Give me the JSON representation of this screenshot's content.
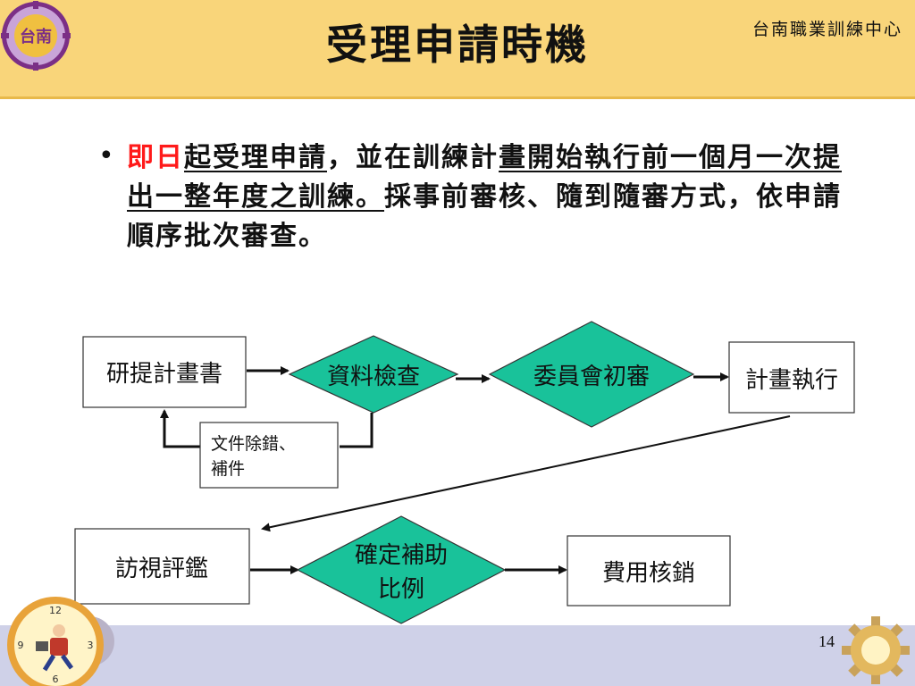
{
  "header": {
    "title": "受理申請時機",
    "organization": "台南職業訓練中心",
    "logo_text": "台南"
  },
  "bullet": {
    "marker": "•",
    "segments": {
      "s1": "即日",
      "s2": "起受理申請",
      "s3": "，並在訓練計",
      "s4": "畫開始執行前一",
      "s5": "個月一次提出一整年度之訓練。",
      "s6": "採事前審核、",
      "s7": "隨到隨審方式，依申請順序批次審查。"
    }
  },
  "flowchart": {
    "proposal": "研提計畫書",
    "data_check": "資料檢查",
    "committee_review": "委員會初審",
    "plan_execution": "計畫執行",
    "corrections_line1": "文件除錯、",
    "corrections_line2": "補件",
    "site_visit": "訪視評鑑",
    "confirm_line1": "確定補助",
    "confirm_line2": "比例",
    "expense_writeoff": "費用核銷"
  },
  "footer": {
    "page_number": "14",
    "clock_12": "12",
    "clock_3": "3",
    "clock_6": "6",
    "clock_9": "9"
  },
  "colors": {
    "header_bg": "#f9d57a",
    "diamond_fill": "#19c29a",
    "emphasis_red": "#ff1a1a",
    "footer_band": "#cfd1e8"
  }
}
